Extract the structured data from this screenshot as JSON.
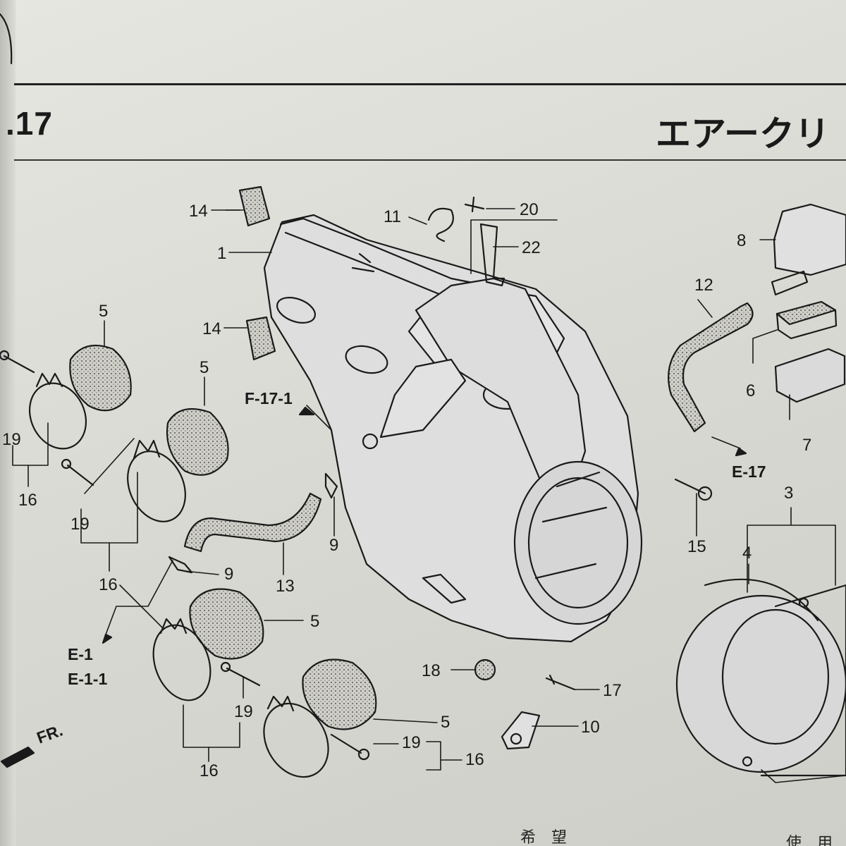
{
  "header": {
    "section_number": ".17",
    "section_title_jp": "エアークリ"
  },
  "references": {
    "f17_1": "F-17-1",
    "e17": "E-17",
    "e1": "E-1",
    "e1_1": "E-1-1",
    "front": "FR."
  },
  "part_labels": {
    "p1": "1",
    "p3": "3",
    "p4": "4",
    "p5a": "5",
    "p5b": "5",
    "p5c": "5",
    "p5d": "5",
    "p6": "6",
    "p7": "7",
    "p8": "8",
    "p9a": "9",
    "p9b": "9",
    "p10": "10",
    "p11": "11",
    "p12": "12",
    "p13": "13",
    "p14a": "14",
    "p14b": "14",
    "p15": "15",
    "p16a": "16",
    "p16b": "16",
    "p16c": "16",
    "p16d": "16",
    "p17": "17",
    "p18": "18",
    "p19a": "19",
    "p19b": "19",
    "p19c": "19",
    "p19d": "19",
    "p20": "20",
    "p22": "22"
  },
  "footer": {
    "kibou": "希　望",
    "shiyou": "使　用"
  }
}
